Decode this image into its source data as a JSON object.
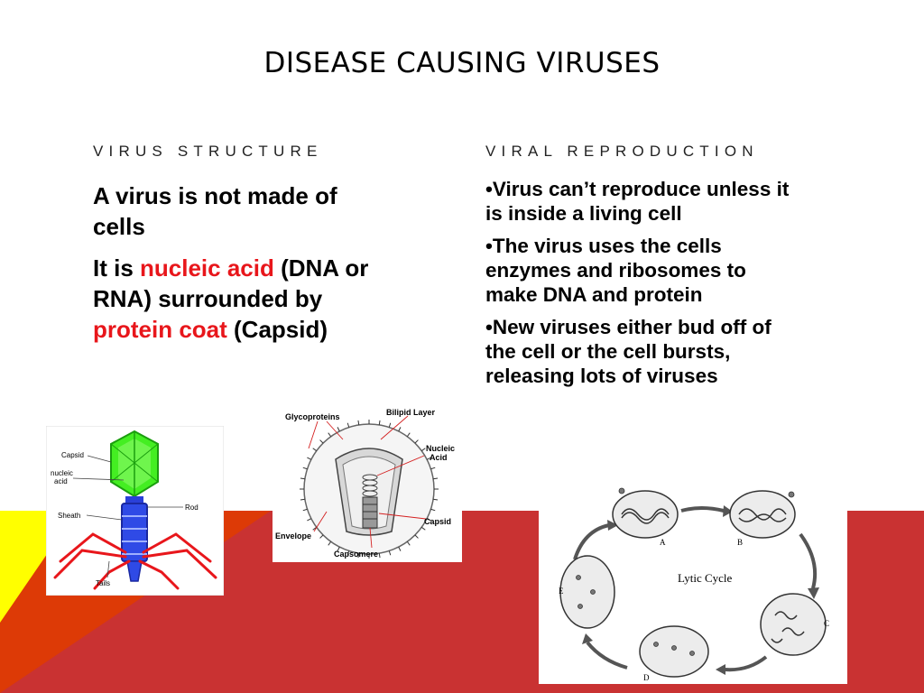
{
  "slide": {
    "title": "DISEASE CAUSING VIRUSES",
    "left_heading": "VIRUS STRUCTURE",
    "right_heading": "VIRAL REPRODUCTION",
    "colors": {
      "accent_red": "#e8161b",
      "band_red": "#c93232",
      "yellow": "#ffff00",
      "orange_red": "#dd3a06"
    }
  },
  "left_column": {
    "para1": "A virus is not made of cells",
    "para2_prefix": "It is ",
    "para2_highlight1": "nucleic acid",
    "para2_middle": " (DNA or RNA) surrounded by ",
    "para2_highlight2": "protein coat",
    "para2_suffix": " (Capsid)"
  },
  "right_column": {
    "bullets": [
      "Virus can’t reproduce unless it is inside a living cell",
      "The virus uses the cells enzymes and ribosomes to make DNA and protein",
      "New viruses either bud off of the cell or the cell bursts, releasing lots of viruses"
    ]
  },
  "figures": {
    "bacteriophage": {
      "labels": {
        "capsid": "Capsid",
        "nucleic_acid_1": "nucleic",
        "nucleic_acid_2": "acid",
        "sheath": "Sheath",
        "rod": "Rod",
        "tails": "Tails"
      }
    },
    "enveloped_virus": {
      "labels": {
        "glycoproteins": "Glycoproteins",
        "bilipid": "Bilipid Layer",
        "nucleic_1": "Nucleic",
        "nucleic_2": "Acid",
        "capsid": "Capsid",
        "envelope": "Envelope",
        "capsomere": "Capsomere"
      }
    },
    "lytic_cycle": {
      "labels": {
        "title": "Lytic Cycle",
        "a": "A",
        "b": "B",
        "c": "C",
        "d": "D",
        "e": "E"
      }
    }
  }
}
